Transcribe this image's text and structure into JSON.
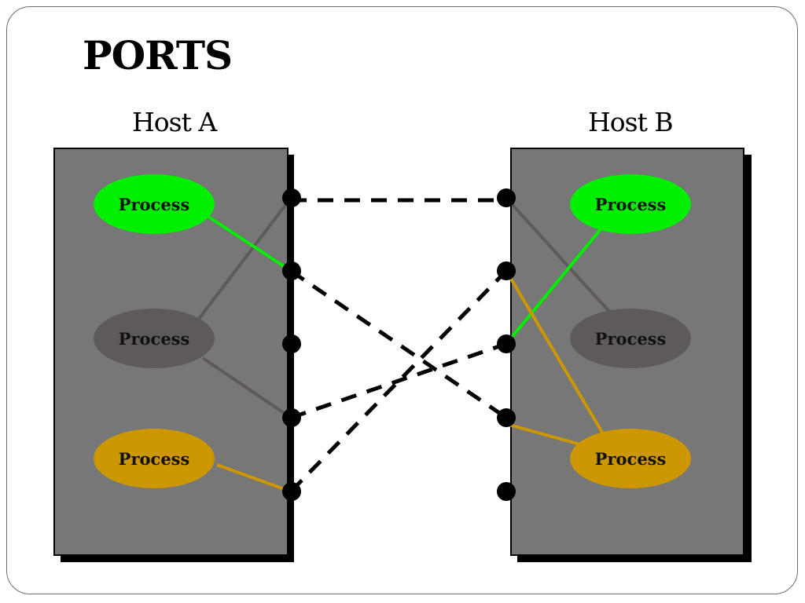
{
  "title": "PORTS",
  "hosts": {
    "a": {
      "label": "Host A"
    },
    "b": {
      "label": "Host B"
    }
  },
  "processes": {
    "a": [
      "Process",
      "Process",
      "Process"
    ],
    "b": [
      "Process",
      "Process",
      "Process"
    ]
  },
  "colors": {
    "host_box": "#777777",
    "host_shadow": "#000000",
    "process_green": "#00ee00",
    "process_gray": "#5f5a5a",
    "process_gold": "#cc9700",
    "port_dot": "#000000",
    "link_dashed": "#000000"
  }
}
